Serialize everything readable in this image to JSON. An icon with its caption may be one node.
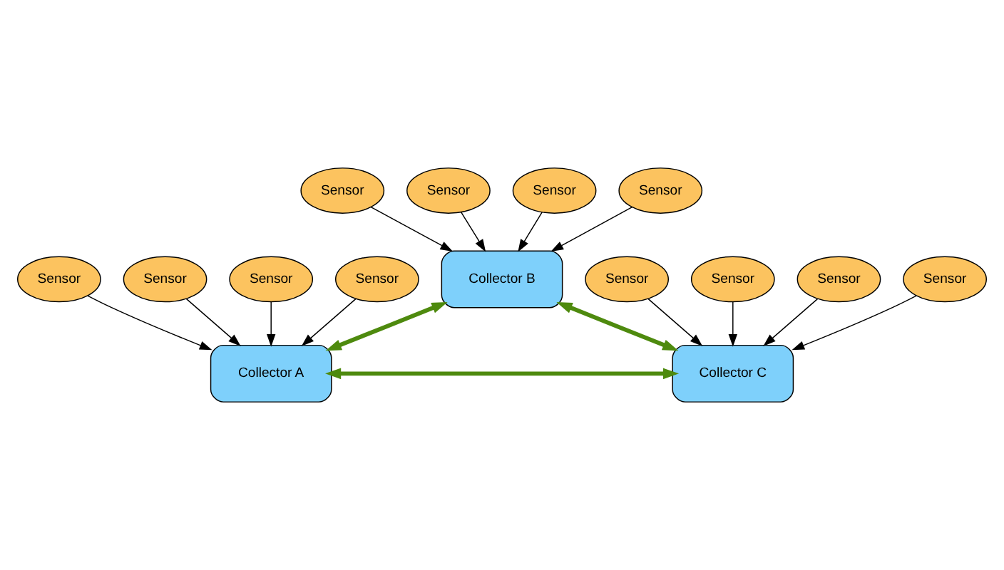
{
  "diagram": {
    "nodes": [
      {
        "text": [
          "Sensor"
        ]
      },
      {
        "text": [
          "Sensor"
        ]
      },
      {
        "text": [
          "Sensor"
        ]
      },
      {
        "text": [
          "Sensor"
        ]
      },
      {
        "text": [
          "Collector B"
        ]
      },
      {
        "text": [
          "Sensor"
        ]
      },
      {
        "text": [
          "Sensor"
        ]
      },
      {
        "text": [
          "Sensor"
        ]
      },
      {
        "text": [
          "Sensor"
        ]
      },
      {
        "text": [
          "Collector A"
        ]
      },
      {
        "text": [
          "Collector C"
        ]
      },
      {
        "text": [
          "Sensor"
        ]
      },
      {
        "text": [
          "Sensor"
        ]
      },
      {
        "text": [
          "Sensor"
        ]
      },
      {
        "text": [
          "Sensor"
        ]
      }
    ],
    "edges": [
      {
        "from": 0,
        "to": 4,
        "arrow": "to"
      },
      {
        "from": 1,
        "to": 4,
        "arrow": "to"
      },
      {
        "from": 2,
        "to": 4,
        "arrow": "to"
      },
      {
        "from": 3,
        "to": 4,
        "arrow": "to"
      },
      {
        "from": 5,
        "to": 9,
        "arrow": "to"
      },
      {
        "from": 6,
        "to": 9,
        "arrow": "to"
      },
      {
        "from": 7,
        "to": 9,
        "arrow": "to"
      },
      {
        "from": 8,
        "to": 9,
        "arrow": "to"
      },
      {
        "from": 11,
        "to": 10,
        "arrow": "to"
      },
      {
        "from": 12,
        "to": 10,
        "arrow": "to"
      },
      {
        "from": 13,
        "to": 10,
        "arrow": "to"
      },
      {
        "from": 14,
        "to": 10,
        "arrow": "to"
      },
      {
        "from": 4,
        "to": 9,
        "arrow": "both",
        "style": "thick",
        "color": "#4e8a0e"
      },
      {
        "from": 4,
        "to": 10,
        "arrow": "both",
        "style": "thick",
        "color": "#4e8a0e"
      },
      {
        "from": 9,
        "to": 10,
        "arrow": "both",
        "style": "thick",
        "color": "#4e8a0e"
      }
    ]
  }
}
